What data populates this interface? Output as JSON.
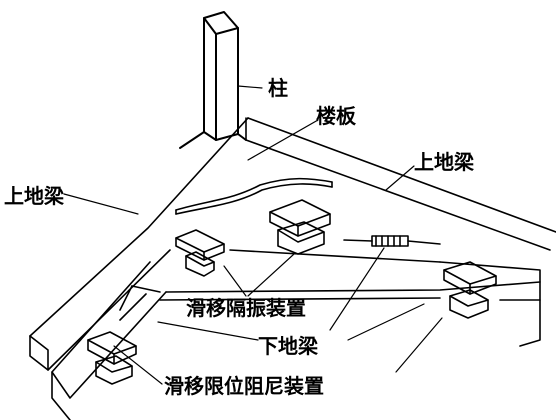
{
  "labels": {
    "column": "柱",
    "floor_slab": "楼板",
    "upper_ground_beam_right": "上地梁",
    "upper_ground_beam_left": "上地梁",
    "sliding_isolation_device": "滑移隔振装置",
    "lower_ground_beam": "下地梁",
    "sliding_limit_damping_device": "滑移限位阻尼装置"
  },
  "colors": {
    "line": "#000000",
    "background": "#ffffff"
  }
}
